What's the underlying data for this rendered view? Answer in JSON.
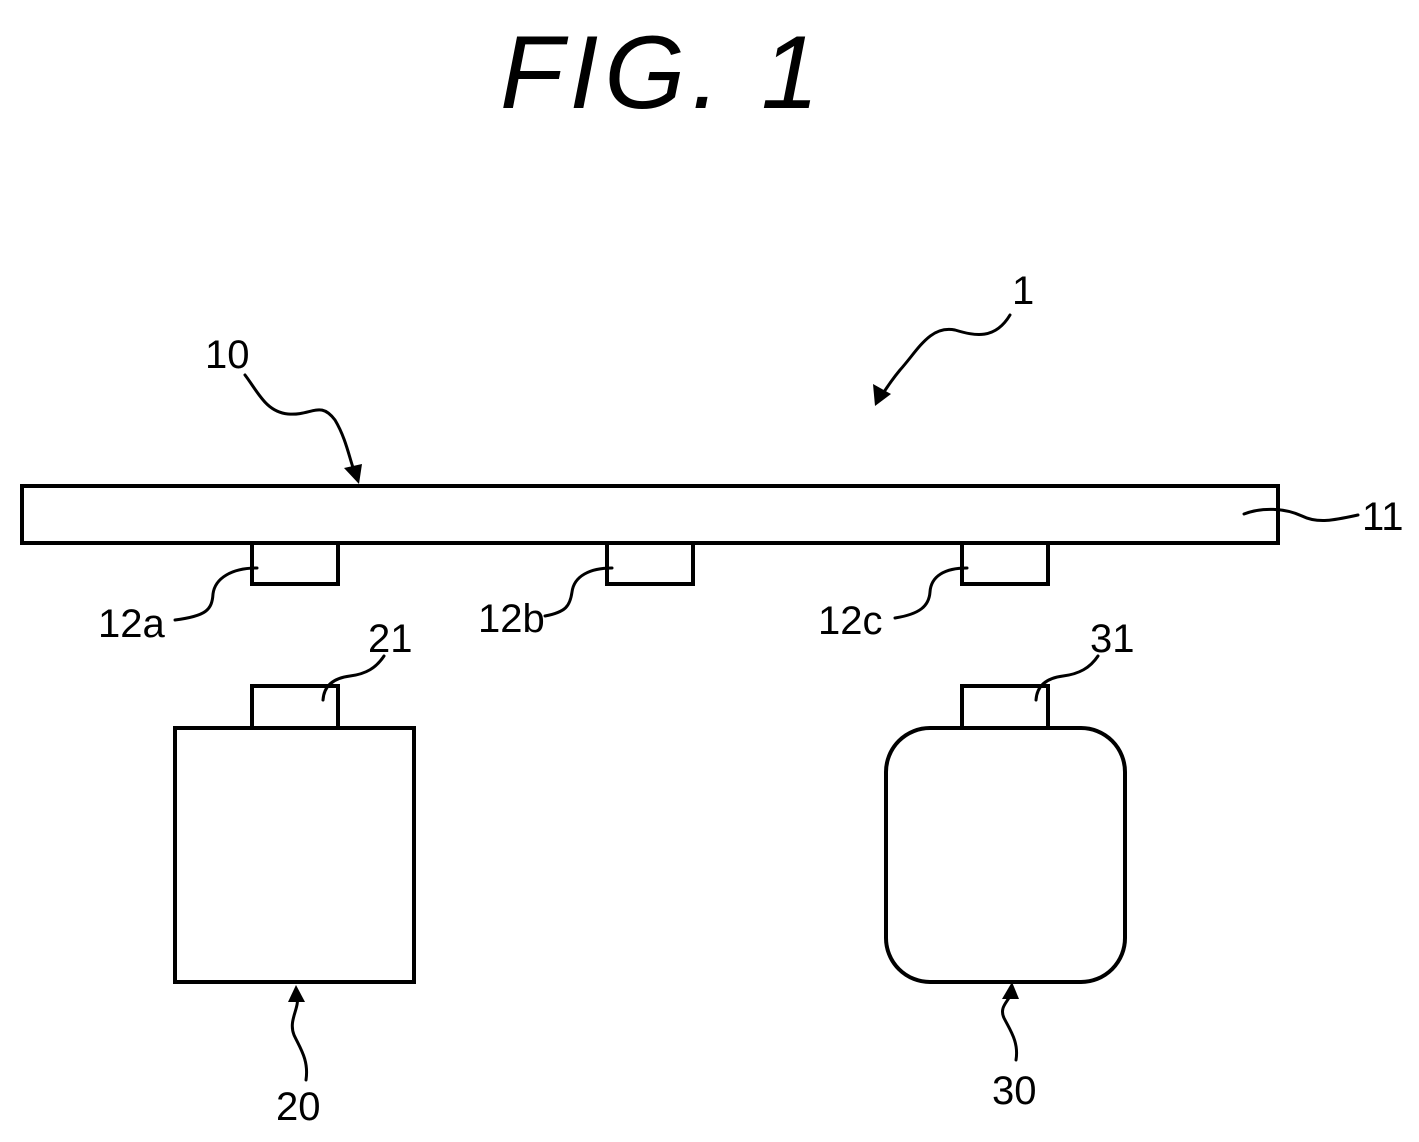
{
  "figure": {
    "title": "FIG. 1"
  },
  "labels": {
    "system": "1",
    "module": "10",
    "bar": "11",
    "connector_a": "12a",
    "connector_b": "12b",
    "connector_c": "12c",
    "device_20": "20",
    "device_20_connector": "21",
    "device_30": "30",
    "device_30_connector": "31"
  },
  "colors": {
    "line": "#000000",
    "background": "#ffffff"
  }
}
